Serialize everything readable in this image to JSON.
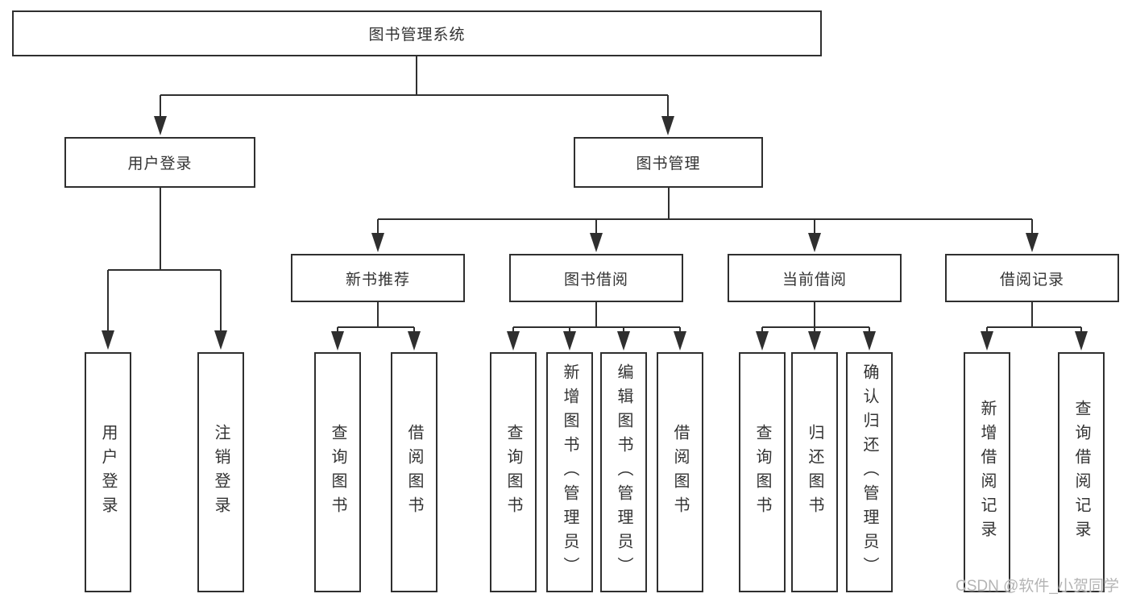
{
  "diagram": {
    "title": "图书管理系统",
    "line_color": "#2f2f2f",
    "text_color": "#333333",
    "background": "#ffffff",
    "nodes": {
      "root": {
        "label": "图书管理系统"
      },
      "user_login": {
        "label": "用户登录"
      },
      "book_mgmt": {
        "label": "图书管理"
      },
      "new_book_rec": {
        "label": "新书推荐"
      },
      "book_borrow": {
        "label": "图书借阅"
      },
      "current_borrow": {
        "label": "当前借阅"
      },
      "borrow_records": {
        "label": "借阅记录"
      },
      "leaf_user_login": {
        "label": "用户登录"
      },
      "leaf_logout": {
        "label": "注销登录"
      },
      "leaf_query_book_1": {
        "label": "查询图书"
      },
      "leaf_borrow_book_1": {
        "label": "借阅图书"
      },
      "leaf_query_book_2": {
        "label": "查询图书"
      },
      "leaf_add_book": {
        "label": "新增图书（管理员）"
      },
      "leaf_edit_book": {
        "label": "编辑图书（管理员）"
      },
      "leaf_borrow_book_2": {
        "label": "借阅图书"
      },
      "leaf_query_book_3": {
        "label": "查询图书"
      },
      "leaf_return_book": {
        "label": "归还图书"
      },
      "leaf_confirm_return": {
        "label": "确认归还（管理员）"
      },
      "leaf_add_borrow_record": {
        "label": "新增借阅记录"
      },
      "leaf_query_borrow_record": {
        "label": "查询借阅记录"
      }
    },
    "watermark": {
      "text": "CSDN @软件_小贺同学",
      "color": "#b4b4b4"
    }
  }
}
